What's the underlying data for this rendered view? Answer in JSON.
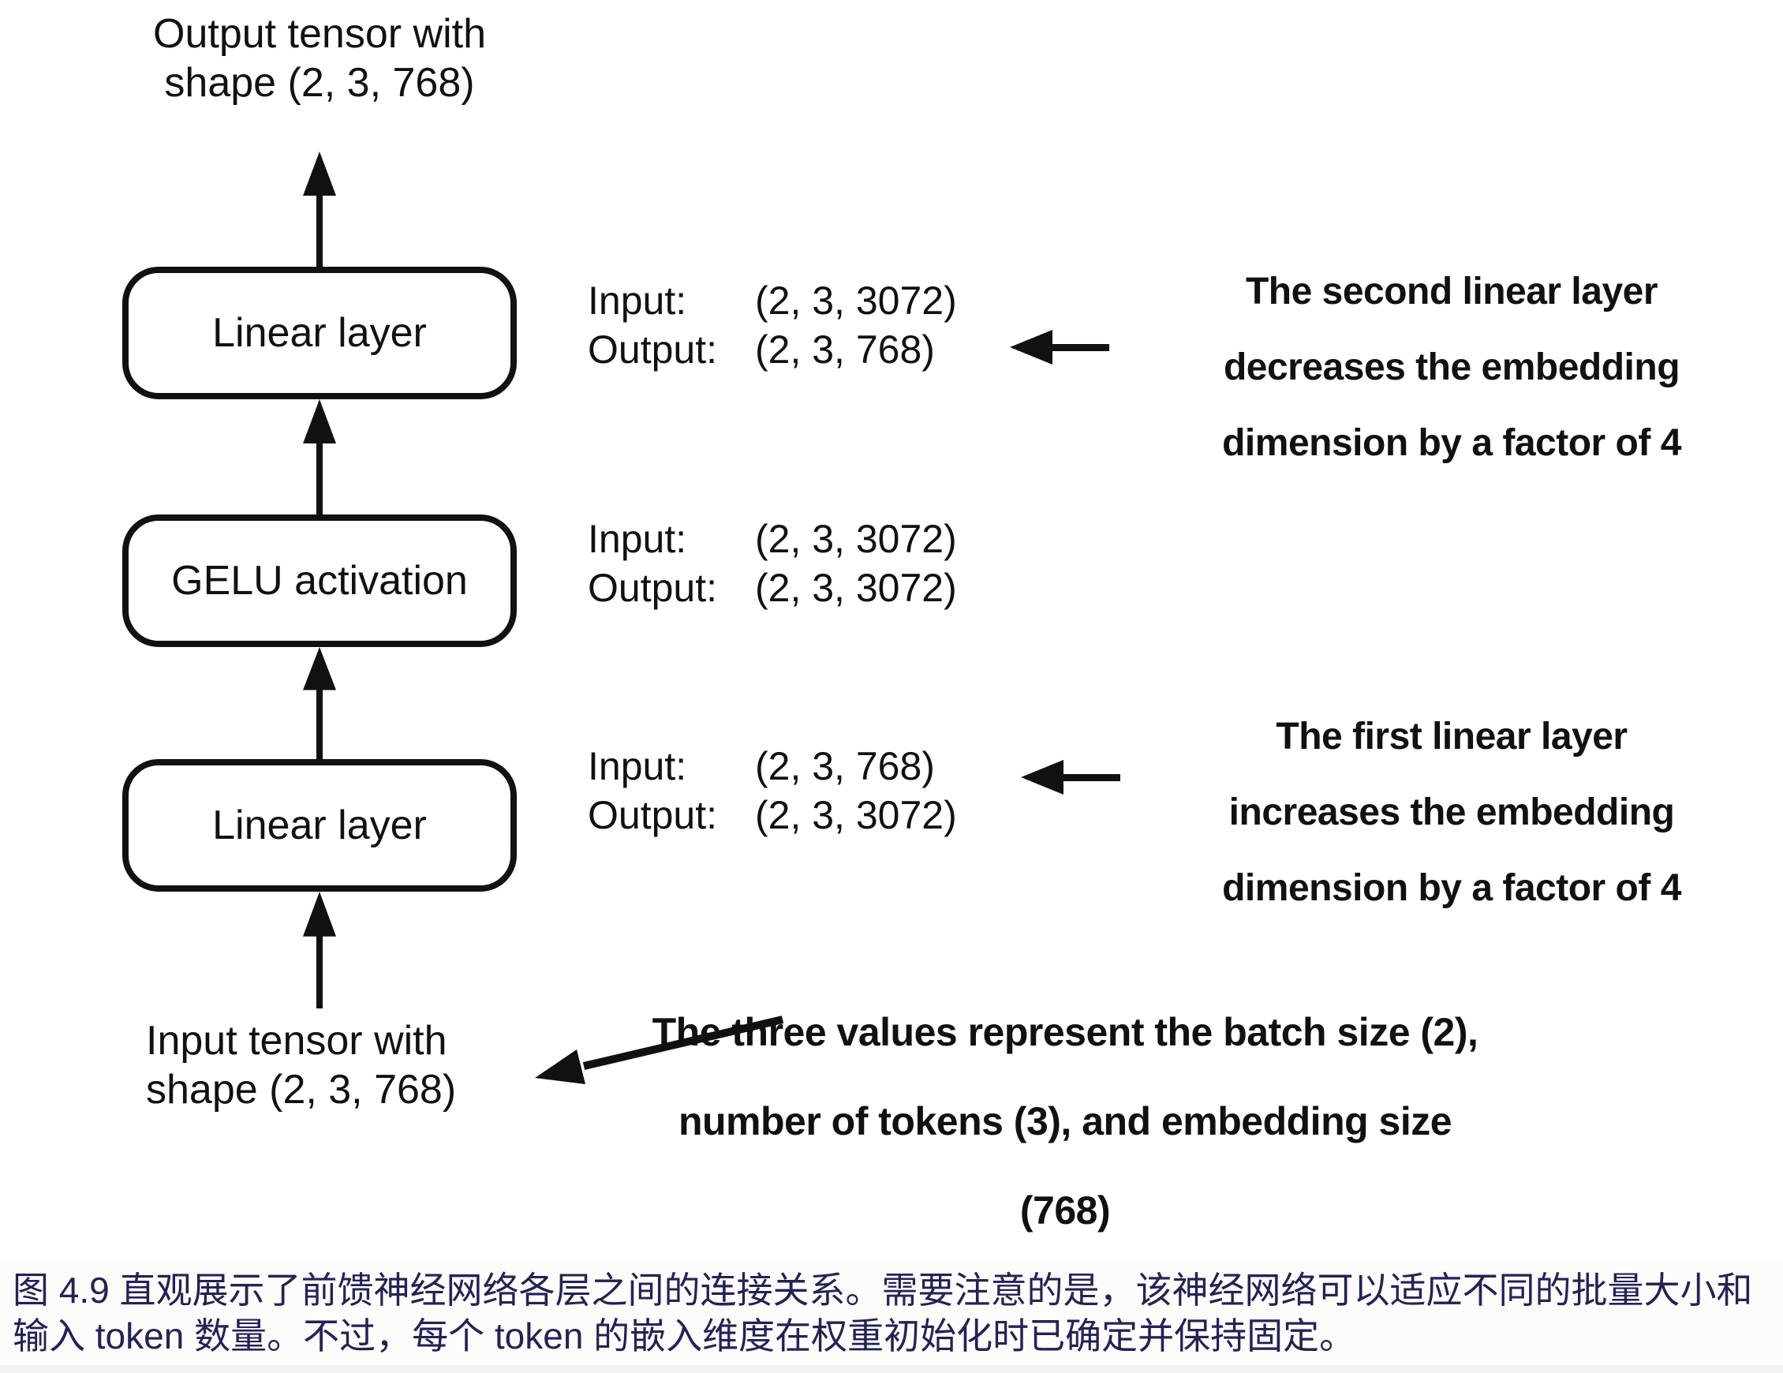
{
  "colors": {
    "diagram_ink": "#111111",
    "caption_text": "#232258"
  },
  "diagram": {
    "output_tensor_label": {
      "line1": "Output tensor with",
      "line2": "shape (2, 3, 768)"
    },
    "input_tensor_label": {
      "line1": "Input tensor with",
      "line2": "shape (2, 3, 768)"
    },
    "boxes": [
      {
        "label": "Linear layer"
      },
      {
        "label": "GELU activation"
      },
      {
        "label": "Linear layer"
      }
    ],
    "io_pairs": [
      {
        "input_label": "Input:",
        "input_value": "(2, 3, 3072)",
        "output_label": "Output:",
        "output_value": "(2, 3, 768)"
      },
      {
        "input_label": "Input:",
        "input_value": "(2, 3, 3072)",
        "output_label": "Output:",
        "output_value": "(2, 3, 3072)"
      },
      {
        "input_label": "Input:",
        "input_value": "(2, 3, 768)",
        "output_label": "Output:",
        "output_value": "(2, 3, 3072)"
      }
    ],
    "annotations": {
      "second_linear": {
        "line1": "The second linear layer",
        "line2": "decreases the embedding",
        "line3": "dimension by a factor of 4"
      },
      "first_linear": {
        "line1": "The first linear layer",
        "line2": "increases the embedding",
        "line3": "dimension by a factor of 4"
      },
      "tensor_values": {
        "line1": "The three values represent the batch size (2),",
        "line2": "number of tokens (3), and embedding size",
        "line3": "(768)"
      }
    }
  },
  "caption": {
    "line1": "图 4.9 直观展示了前馈神经网络各层之间的连接关系。需要注意的是，该神经网络可以适应不同的批量大小和",
    "line2": "输入 token 数量。不过，每个 token 的嵌入维度在权重初始化时已确定并保持固定。"
  }
}
